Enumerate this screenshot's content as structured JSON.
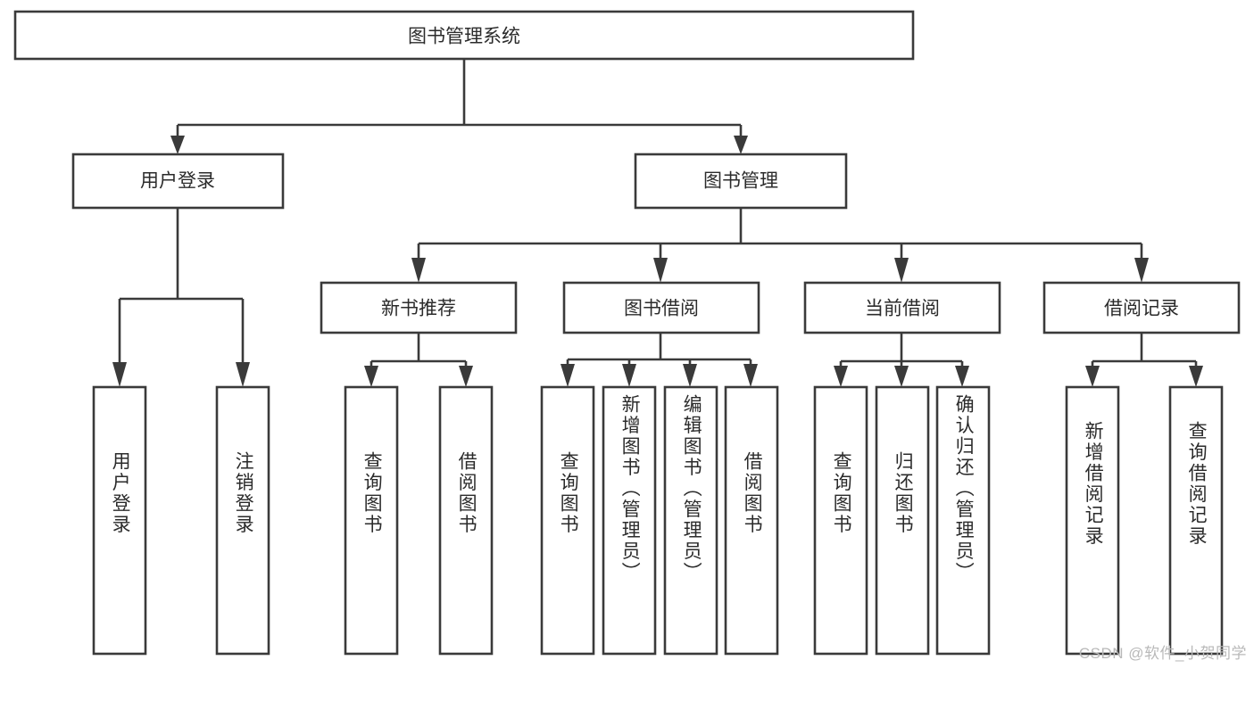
{
  "diagram": {
    "type": "tree",
    "title": "图书管理系统",
    "watermark": "CSDN @软件_小贺同学",
    "root": {
      "id": "root",
      "label": "图书管理系统"
    },
    "level1": [
      {
        "id": "user-login",
        "label": "用户登录"
      },
      {
        "id": "book-manage",
        "label": "图书管理"
      }
    ],
    "level2": [
      {
        "id": "new-book-rec",
        "label": "新书推荐",
        "parent": "book-manage"
      },
      {
        "id": "book-borrow",
        "label": "图书借阅",
        "parent": "book-manage"
      },
      {
        "id": "current-borrow",
        "label": "当前借阅",
        "parent": "book-manage"
      },
      {
        "id": "borrow-record",
        "label": "借阅记录",
        "parent": "book-manage"
      }
    ],
    "leaves": [
      {
        "id": "leaf-user-login",
        "label": "用户登录",
        "parent": "user-login"
      },
      {
        "id": "leaf-logout",
        "label": "注销登录",
        "parent": "user-login"
      },
      {
        "id": "leaf-query-book-1",
        "label": "查询图书",
        "parent": "new-book-rec"
      },
      {
        "id": "leaf-borrow-book-1",
        "label": "借阅图书",
        "parent": "new-book-rec"
      },
      {
        "id": "leaf-query-book-2",
        "label": "查询图书",
        "parent": "book-borrow"
      },
      {
        "id": "leaf-add-book",
        "label": "新增图书（管理员）",
        "parent": "book-borrow"
      },
      {
        "id": "leaf-edit-book",
        "label": "编辑图书（管理员）",
        "parent": "book-borrow"
      },
      {
        "id": "leaf-borrow-book-2",
        "label": "借阅图书",
        "parent": "book-borrow"
      },
      {
        "id": "leaf-query-book-3",
        "label": "查询图书",
        "parent": "current-borrow"
      },
      {
        "id": "leaf-return-book",
        "label": "归还图书",
        "parent": "current-borrow"
      },
      {
        "id": "leaf-confirm-return",
        "label": "确认归还（管理员）",
        "parent": "current-borrow"
      },
      {
        "id": "leaf-add-record",
        "label": "新增借阅记录",
        "parent": "borrow-record"
      },
      {
        "id": "leaf-query-record",
        "label": "查询借阅记录",
        "parent": "borrow-record"
      }
    ],
    "colors": {
      "stroke": "#3a3a3a",
      "box_fill": "#ffffff",
      "text": "#2b2b2b",
      "background": "#ffffff",
      "watermark": "#b9b9b9"
    }
  }
}
